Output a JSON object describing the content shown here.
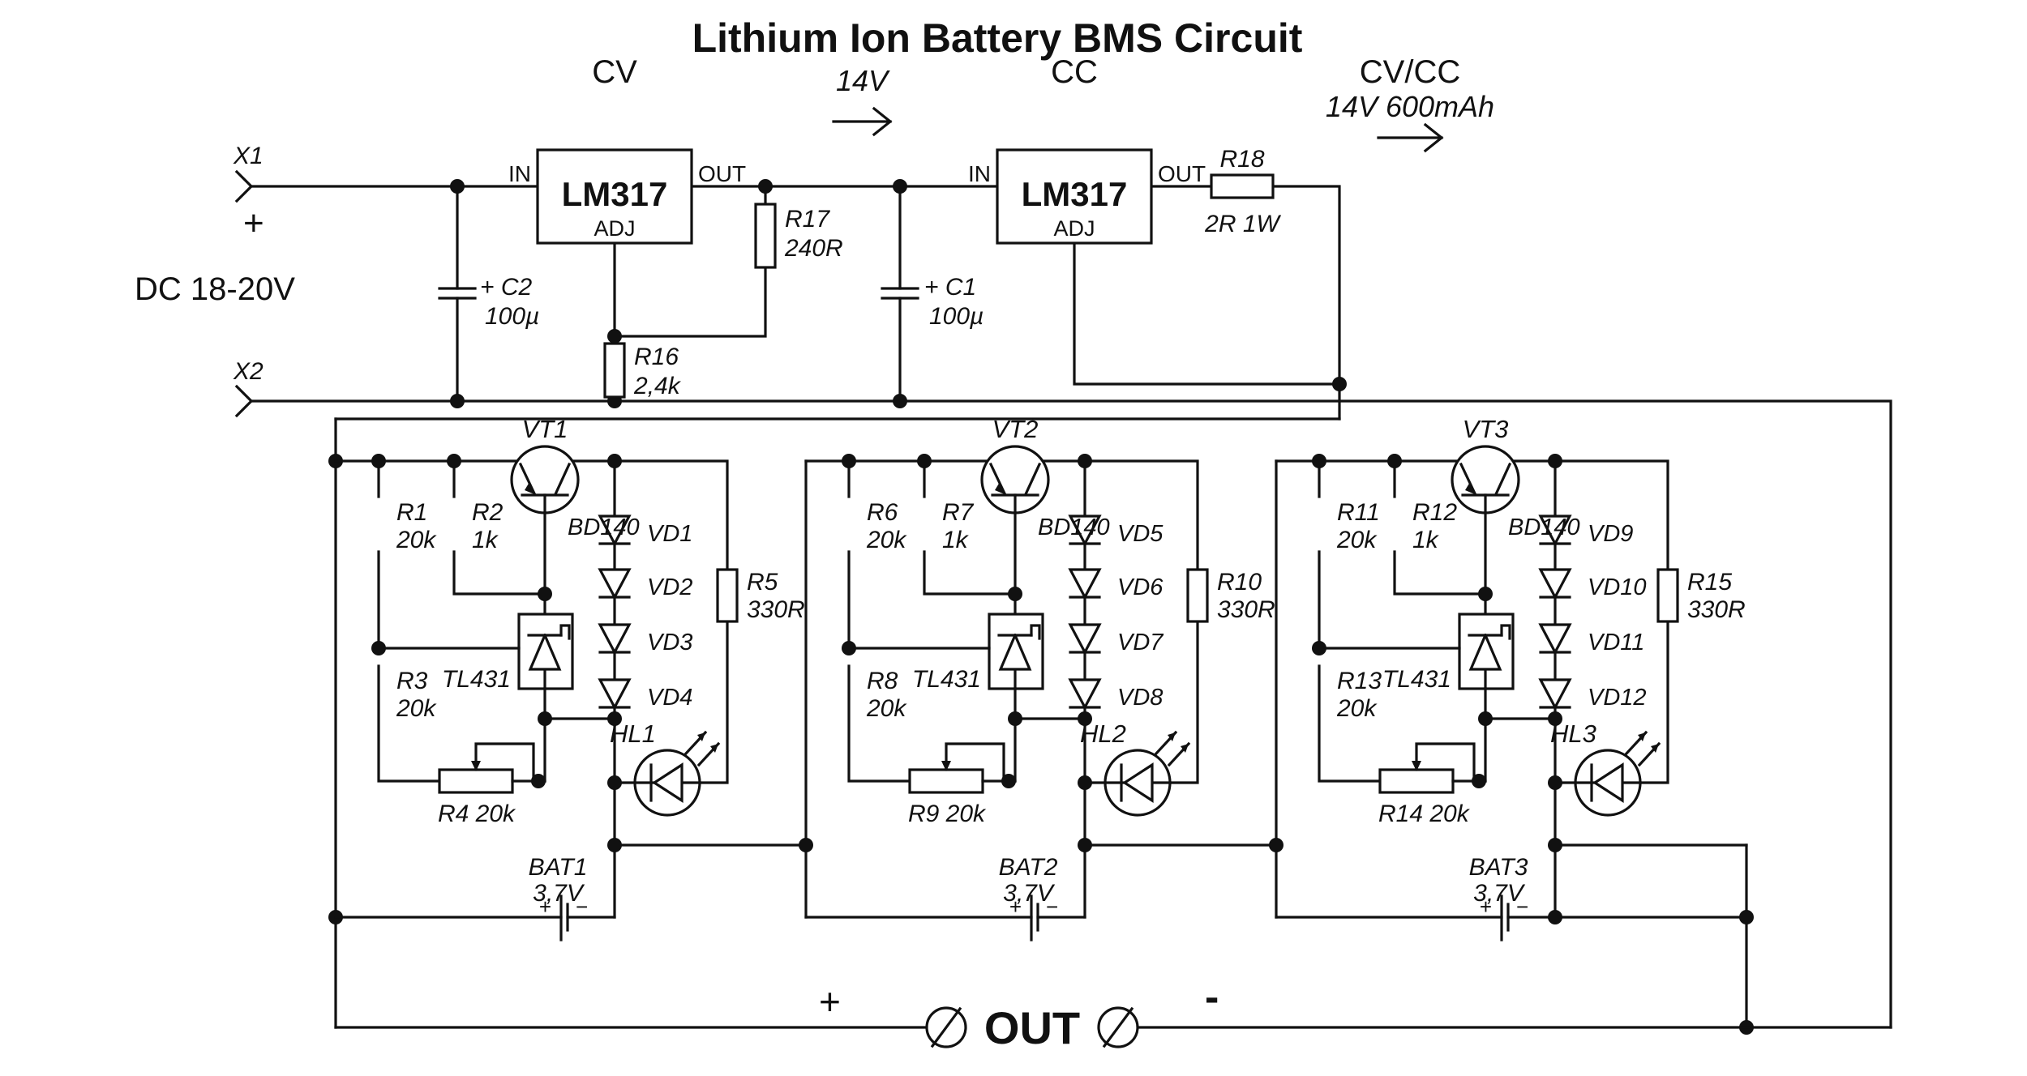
{
  "title": "Lithium Ion Battery BMS Circuit",
  "charger": {
    "cv_label": "CV",
    "cc_label": "CC",
    "mid_voltage": "14V",
    "output_mode": "CV/CC",
    "output_rating": "14V 600mAh",
    "x1": "X1",
    "x2": "X2",
    "input_plus": "+",
    "input_label": "DC 18-20V",
    "reg1": {
      "name": "LM317",
      "pin_in": "IN",
      "pin_out": "OUT",
      "pin_adj": "ADJ"
    },
    "reg2": {
      "name": "LM317",
      "pin_in": "IN",
      "pin_out": "OUT",
      "pin_adj": "ADJ"
    },
    "c2": {
      "name": "+ C2",
      "value": "100µ"
    },
    "c1": {
      "name": "+ C1",
      "value": "100µ"
    },
    "r17": {
      "name": "R17",
      "value": "240R"
    },
    "r16": {
      "name": "R16",
      "value": "2,4k"
    },
    "r18": {
      "name": "R18",
      "value": "2R 1W"
    }
  },
  "blocks": [
    {
      "transistor": "VT1",
      "transistor_type": "BD140",
      "shunt_ic": "TL431",
      "r_top": {
        "name": "R1",
        "value": "20k"
      },
      "r_base": {
        "name": "R2",
        "value": "1k"
      },
      "r_bottom": {
        "name": "R3",
        "value": "20k"
      },
      "pot": "R4 20k",
      "r_led": {
        "name": "R5",
        "value": "330R"
      },
      "diodes": [
        "VD1",
        "VD2",
        "VD3",
        "VD4"
      ],
      "led": "HL1",
      "battery": {
        "name": "BAT1",
        "voltage": "3,7V",
        "plus": "+",
        "minus": "−"
      }
    },
    {
      "transistor": "VT2",
      "transistor_type": "BD140",
      "shunt_ic": "TL431",
      "r_top": {
        "name": "R6",
        "value": "20k"
      },
      "r_base": {
        "name": "R7",
        "value": "1k"
      },
      "r_bottom": {
        "name": "R8",
        "value": "20k"
      },
      "pot": "R9 20k",
      "r_led": {
        "name": "R10",
        "value": "330R"
      },
      "diodes": [
        "VD5",
        "VD6",
        "VD7",
        "VD8"
      ],
      "led": "HL2",
      "battery": {
        "name": "BAT2",
        "voltage": "3,7V",
        "plus": "+",
        "minus": "−"
      }
    },
    {
      "transistor": "VT3",
      "transistor_type": "BD140",
      "shunt_ic": "TL431",
      "r_top": {
        "name": "R11",
        "value": "20k"
      },
      "r_base": {
        "name": "R12",
        "value": "1k"
      },
      "r_bottom": {
        "name": "R13",
        "value": "20k"
      },
      "pot": "R14 20k",
      "r_led": {
        "name": "R15",
        "value": "330R"
      },
      "diodes": [
        "VD9",
        "VD10",
        "VD11",
        "VD12"
      ],
      "led": "HL3",
      "battery": {
        "name": "BAT3",
        "voltage": "3,7V",
        "plus": "+",
        "minus": "−"
      }
    }
  ],
  "output": {
    "plus": "+",
    "minus": "-",
    "label": "OUT"
  }
}
